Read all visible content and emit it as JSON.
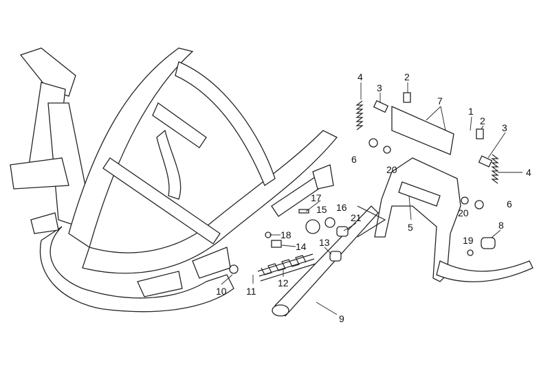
{
  "diagram": {
    "callouts": [
      {
        "id": "c4a",
        "text": "4"
      },
      {
        "id": "c3a",
        "text": "3"
      },
      {
        "id": "c2a",
        "text": "2"
      },
      {
        "id": "c7",
        "text": "7"
      },
      {
        "id": "c1",
        "text": "1"
      },
      {
        "id": "c2b",
        "text": "2"
      },
      {
        "id": "c3b",
        "text": "3"
      },
      {
        "id": "c4b",
        "text": "4"
      },
      {
        "id": "c6a",
        "text": "6"
      },
      {
        "id": "c20a",
        "text": "20"
      },
      {
        "id": "c20b",
        "text": "20"
      },
      {
        "id": "c6b",
        "text": "6"
      },
      {
        "id": "c5",
        "text": "5"
      },
      {
        "id": "c17",
        "text": "17"
      },
      {
        "id": "c15",
        "text": "15"
      },
      {
        "id": "c16",
        "text": "16"
      },
      {
        "id": "c21",
        "text": "21"
      },
      {
        "id": "c18",
        "text": "18"
      },
      {
        "id": "c14",
        "text": "14"
      },
      {
        "id": "c13",
        "text": "13"
      },
      {
        "id": "c8",
        "text": "8"
      },
      {
        "id": "c19",
        "text": "19"
      },
      {
        "id": "c10",
        "text": "10"
      },
      {
        "id": "c11",
        "text": "11"
      },
      {
        "id": "c12",
        "text": "12"
      },
      {
        "id": "c9",
        "text": "9"
      }
    ]
  }
}
